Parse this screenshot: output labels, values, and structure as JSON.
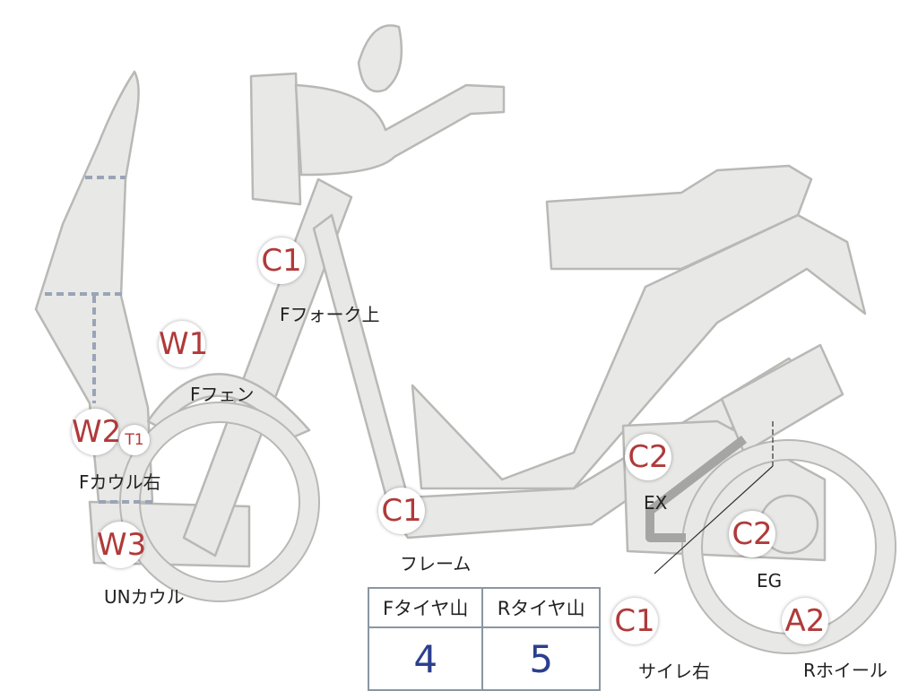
{
  "markers": [
    {
      "code": "C1",
      "label": "Fフォーク上"
    },
    {
      "code": "W1",
      "label": "Fフェン"
    },
    {
      "code": "W2",
      "label": "Fカウル右"
    },
    {
      "code": "T1",
      "label": ""
    },
    {
      "code": "W3",
      "label": "UNカウル"
    },
    {
      "code": "C1",
      "label": "フレーム"
    },
    {
      "code": "C2",
      "label": "EX"
    },
    {
      "code": "C2",
      "label": "EG"
    },
    {
      "code": "C1",
      "label": "サイレ右"
    },
    {
      "code": "A2",
      "label": "Rホイール"
    }
  ],
  "tread_table": {
    "headers": [
      "Fタイヤ山",
      "Rタイヤ山"
    ],
    "values": [
      "4",
      "5"
    ]
  },
  "colors": {
    "body_fill": "#e8e8e6",
    "outline": "#b8b8b5",
    "marker_text": "#b03a3a",
    "value_text": "#2b3f8f",
    "table_border": "#8a96a3",
    "dashed": "#9aa4b8"
  }
}
